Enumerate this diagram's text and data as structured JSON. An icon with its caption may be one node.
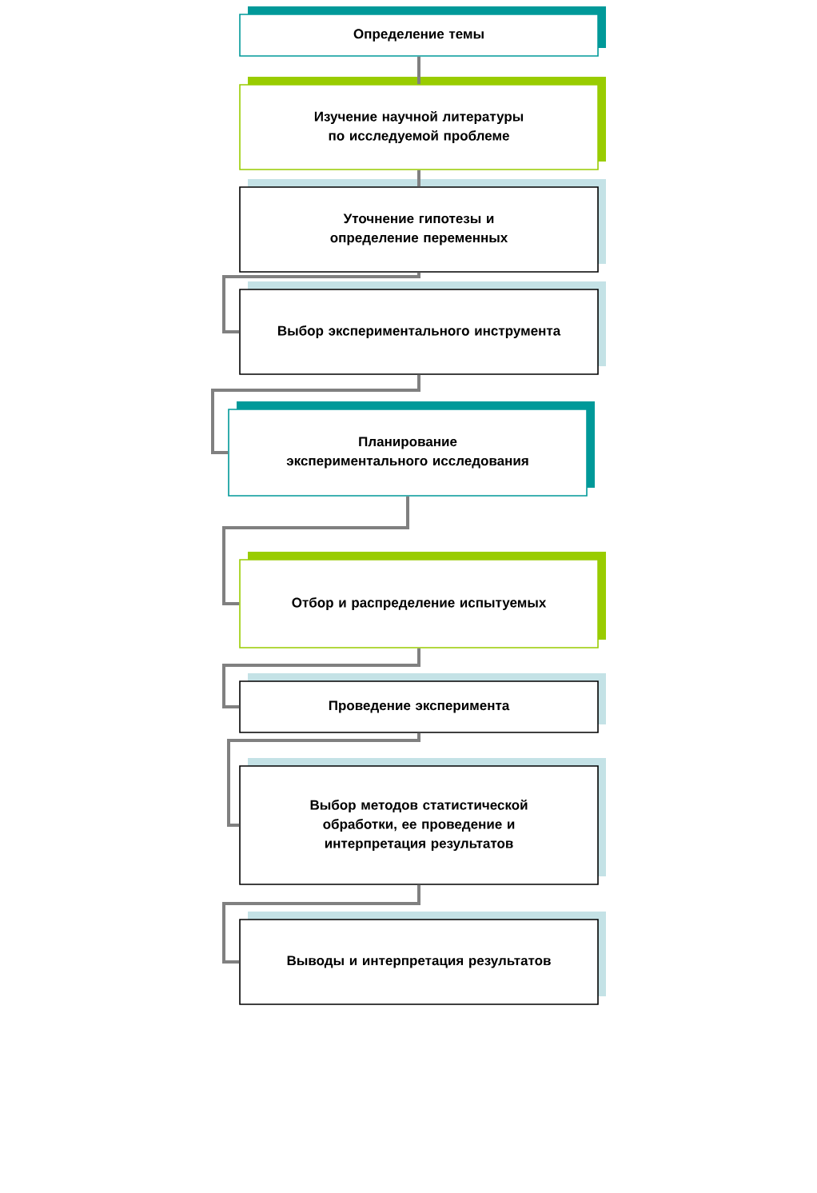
{
  "diagram": {
    "nodes": [
      {
        "text": [
          "Определение темы"
        ]
      },
      {
        "text": [
          "Изучение научной литературы по исследуемой проблеме"
        ]
      },
      {
        "text": [
          "Уточнение гипотезы и определение переменных"
        ]
      },
      {
        "text": [
          "Выбор экспериментального инструмента"
        ]
      },
      {
        "text": [
          "Планирование экспериментального исследования"
        ]
      },
      {
        "text": [
          "Отбор и распределение испытуемых"
        ]
      },
      {
        "text": [
          "Проведение эксперимента"
        ]
      },
      {
        "text": [
          "Выбор методов статистической обработки, ее проведение и интерпретация результатов"
        ]
      },
      {
        "text": [
          "Выводы и интерпретация результатов"
        ]
      }
    ],
    "edges": [
      {
        "from": 0,
        "to": 1,
        "arrow": "none"
      },
      {
        "from": 1,
        "to": 2,
        "arrow": "none"
      },
      {
        "from": 2,
        "to": 3,
        "arrow": "none"
      },
      {
        "from": 3,
        "to": 4,
        "arrow": "none"
      },
      {
        "from": 4,
        "to": 5,
        "arrow": "none"
      },
      {
        "from": 5,
        "to": 6,
        "arrow": "none"
      },
      {
        "from": 6,
        "to": 7,
        "arrow": "none"
      },
      {
        "from": 7,
        "to": 8,
        "arrow": "none"
      }
    ]
  }
}
